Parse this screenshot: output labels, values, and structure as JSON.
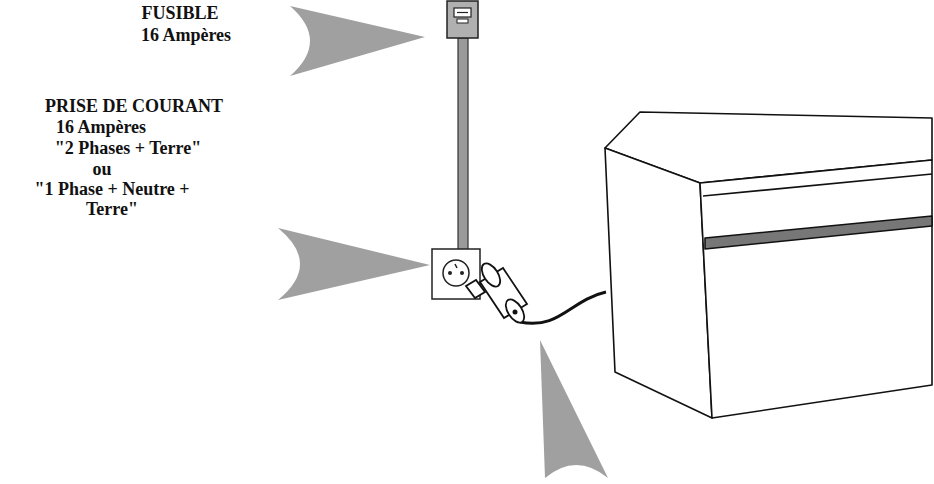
{
  "diagram": {
    "labels": [
      "FUSIBLE",
      "16 Ampères",
      "PRISE DE COURANT",
      "16 Ampères",
      "\"2 Phases + Terre\"",
      "ou",
      "\"1 Phase + Neutre + Terre\""
    ]
  }
}
